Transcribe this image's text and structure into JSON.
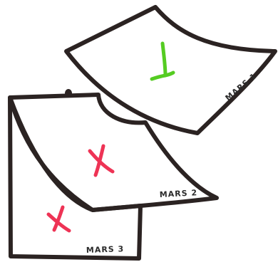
{
  "sheets": [
    {
      "label": "MARS 1",
      "mark": "check",
      "mark_color": "#55cc22"
    },
    {
      "label": "MARS 2",
      "mark": "cross",
      "mark_color": "#ee3355"
    },
    {
      "label": "MARS 3",
      "mark": "cross",
      "mark_color": "#ee3355"
    }
  ],
  "colors": {
    "outline": "#2b2322",
    "paper": "#ffffff"
  }
}
